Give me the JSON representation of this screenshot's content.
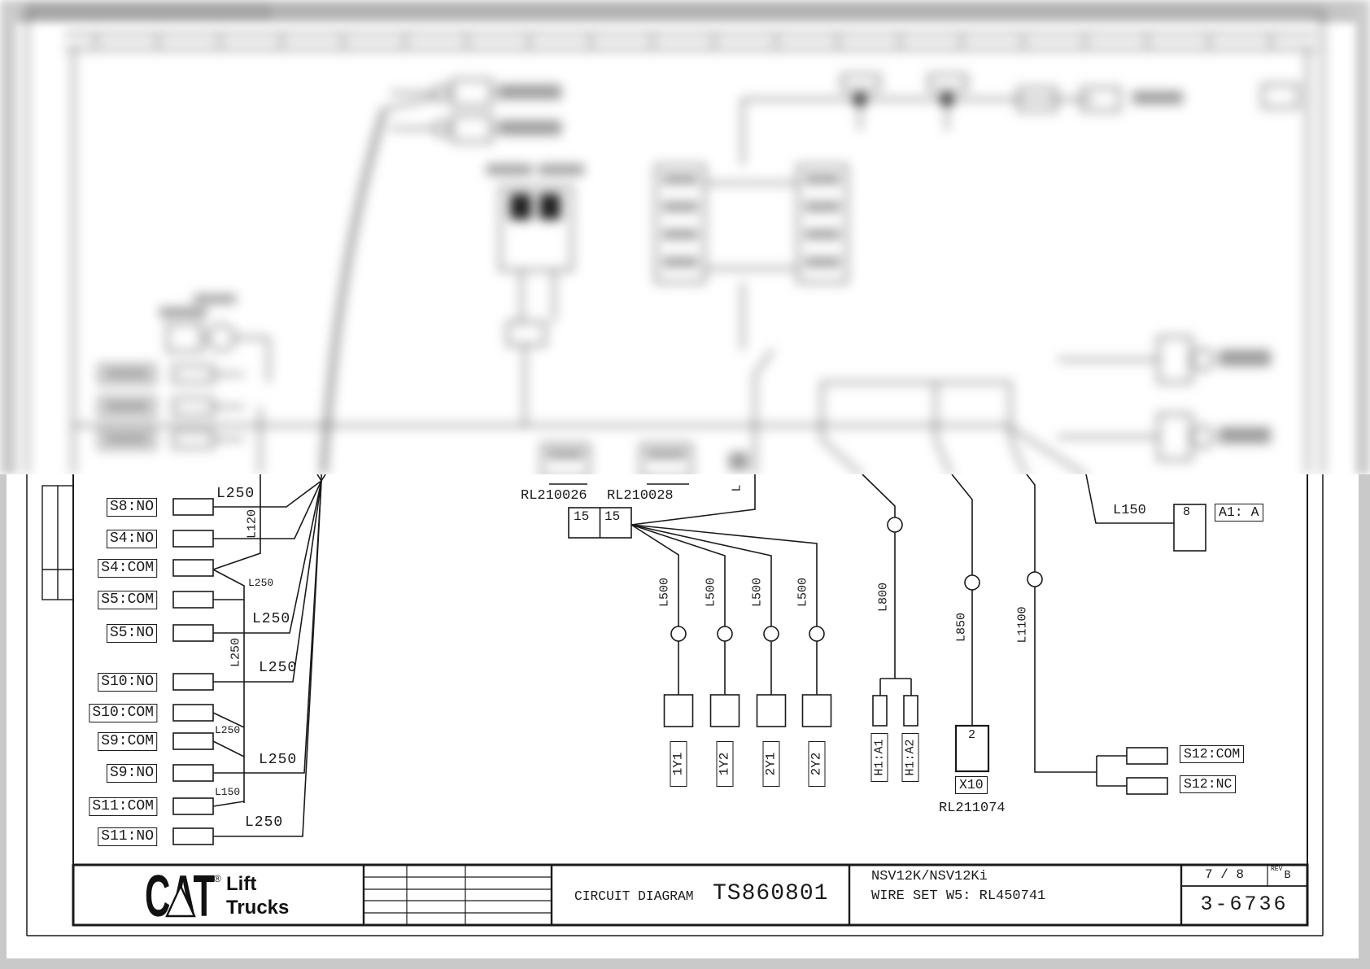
{
  "page": {
    "left_connectors": [
      "S8:NO",
      "S4:NO",
      "S4:COM",
      "S5:COM",
      "S5:NO",
      "S10:NO",
      "S10:COM",
      "S9:COM",
      "S9:NO",
      "S11:COM",
      "S11:NO"
    ],
    "wire_labels": {
      "w_s8": "L250",
      "w_l120": "L120",
      "w_com_top": "L250",
      "w_s5no": "L250",
      "w_trunk": "L250",
      "w_s10no": "L250",
      "w_s9com": "L250",
      "w_s9no": "L250",
      "w_s11com": "L150",
      "w_s11no": "L250",
      "w_l500": "L500",
      "w_l800": "L800",
      "w_l850": "L850",
      "w_l1100": "L1100",
      "w_l150": "L150",
      "partial": "L"
    },
    "harness": {
      "left": "RL210026",
      "right": "RL210028",
      "pin_left": "15",
      "pin_right": "15"
    },
    "valves": [
      "1Y1",
      "1Y2",
      "2Y1",
      "2Y2"
    ],
    "horn": [
      "H1:A1",
      "H1:A2"
    ],
    "x10": {
      "pin": "2",
      "label": "X10",
      "part": "RL211074"
    },
    "s12": [
      "S12:COM",
      "S12:NC"
    ],
    "a1": {
      "pin": "8",
      "label": "A1: A"
    }
  },
  "title_block": {
    "brand": {
      "cat": "CAT",
      "reg": "®",
      "lift": "Lift",
      "trucks": "Trucks"
    },
    "type_label": "CIRCUIT DIAGRAM",
    "doc_number": "TS860801",
    "model": "NSV12K/NSV12Ki",
    "wire_set": "WIRE SET W5: RL450741",
    "page": "7 / 8",
    "rev_label": "REV",
    "rev": "B",
    "sheet_code": "3-6736"
  }
}
